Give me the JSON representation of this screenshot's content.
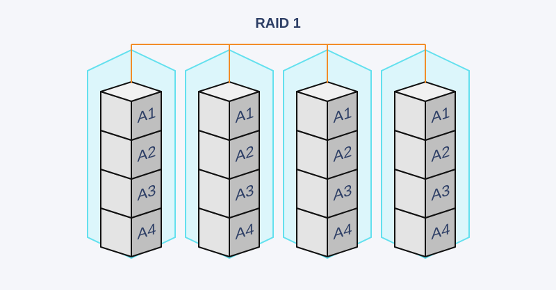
{
  "title": "RAID 1",
  "colors": {
    "background": "#f5f6fa",
    "connector": "#f28c28",
    "disk_fill": "#dcf6fb",
    "disk_stroke": "#63e0ee",
    "block_top": "#f1f1f1",
    "block_front": "#e4e4e4",
    "block_side": "#bfbfbf",
    "block_stroke": "#111111",
    "label": "#2e3f66"
  },
  "disks": [
    {
      "blocks": [
        "A1",
        "A2",
        "A3",
        "A4"
      ]
    },
    {
      "blocks": [
        "A1",
        "A2",
        "A3",
        "A4"
      ]
    },
    {
      "blocks": [
        "A1",
        "A2",
        "A3",
        "A4"
      ]
    },
    {
      "blocks": [
        "A1",
        "A2",
        "A3",
        "A4"
      ]
    }
  ]
}
